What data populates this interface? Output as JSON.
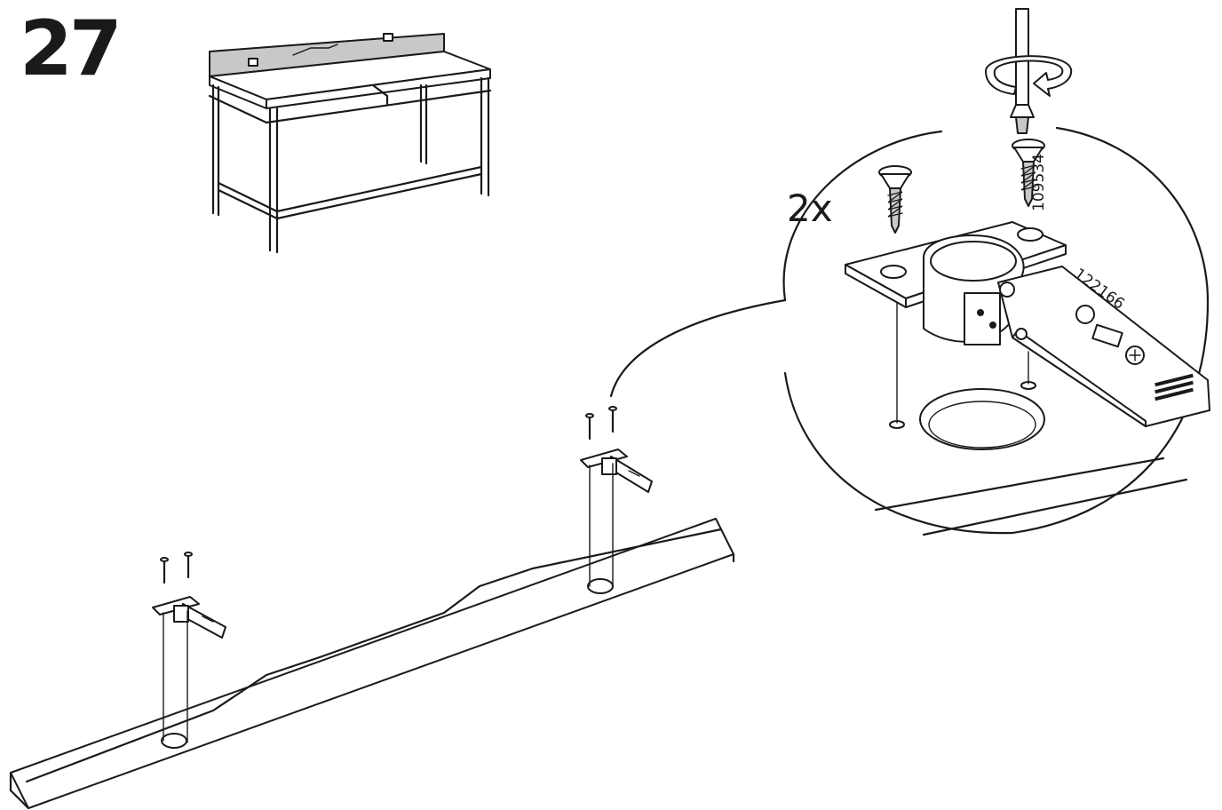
{
  "step": {
    "number": "27"
  },
  "callout": {
    "quantity": "2x"
  },
  "parts": {
    "screw_id": "109534",
    "hinge_id": "122166"
  },
  "icons": {
    "overview": "desk-overview-icon",
    "tool": "screwdriver-icon",
    "rotation": "clockwise-rotation-icon",
    "hinge": "hinge-icon",
    "screw": "screw-icon"
  },
  "colors": {
    "ink": "#1a1a1a",
    "panel": "#c8c8c8",
    "background": "#ffffff"
  }
}
